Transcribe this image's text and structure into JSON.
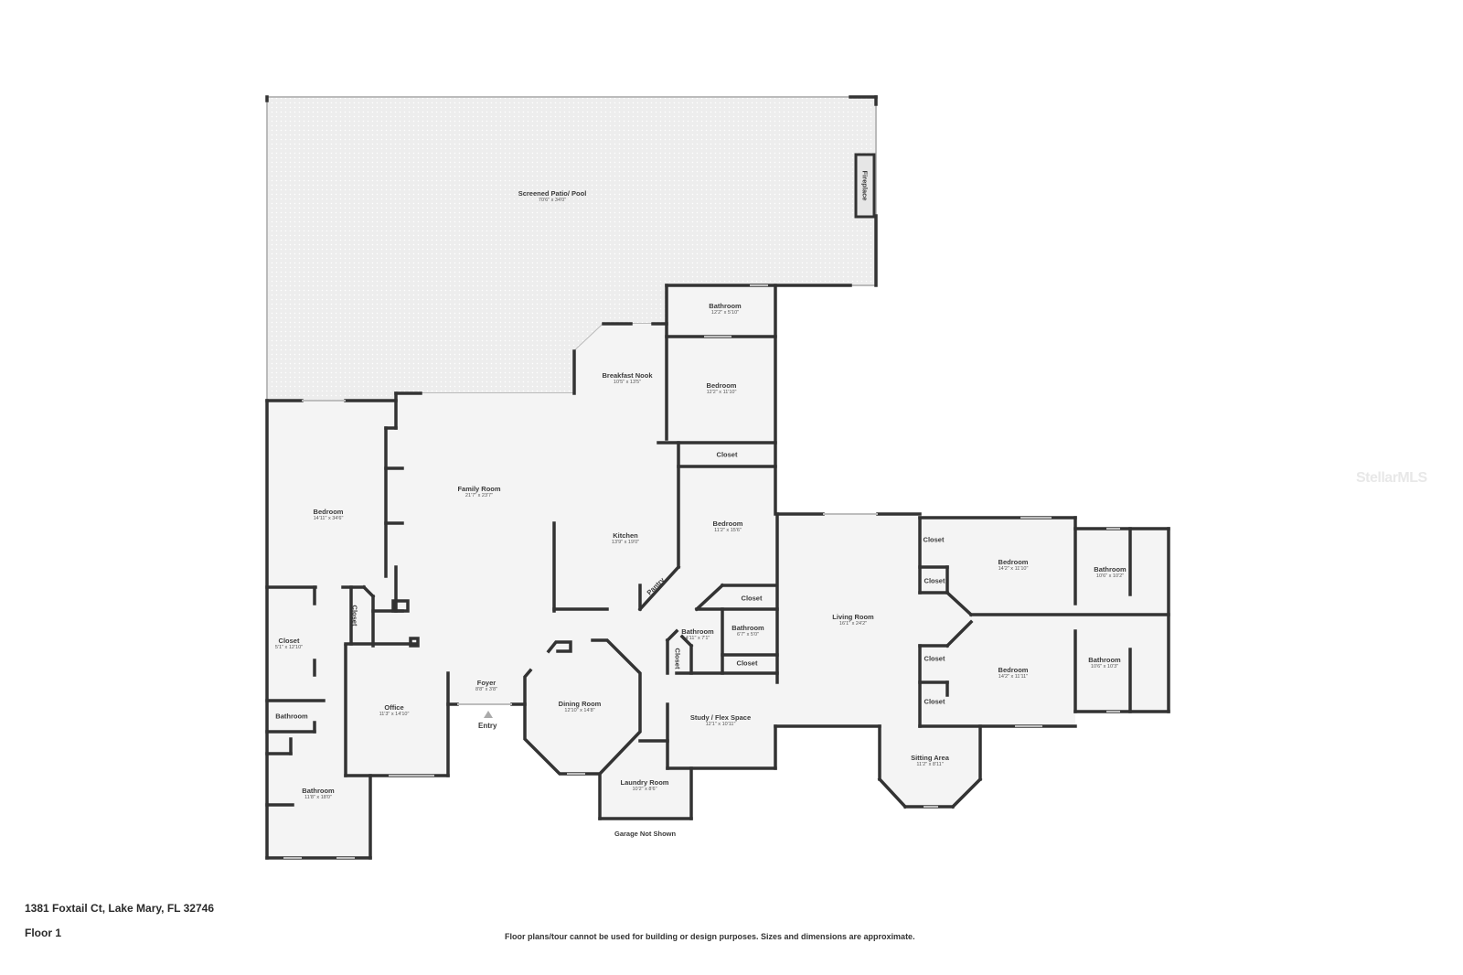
{
  "property": {
    "address": "1381 Foxtail Ct, Lake Mary, FL 32746",
    "floor": "Floor 1",
    "disclaimer": "Floor plans/tour cannot be used for building or design purposes. Sizes and dimensions are approximate.",
    "watermark": "StellarMLS"
  },
  "annotations": {
    "entry": "Entry",
    "garage": "Garage Not Shown",
    "fireplace": "Fireplace"
  },
  "colors": {
    "wall": "#333333",
    "floor": "#f4f4f4",
    "patio": "#ededed",
    "window": "#cccccc"
  },
  "rooms": [
    {
      "name": "Screened Patio/ Pool",
      "dims": "70'6\" x 34'0\""
    },
    {
      "name": "Bathroom",
      "dims": "12'2\" x 5'10\""
    },
    {
      "name": "Breakfast Nook",
      "dims": "10'5\" x 13'5\""
    },
    {
      "name": "Bedroom",
      "dims": "12'2\" x 11'10\""
    },
    {
      "name": "Closet",
      "dims": ""
    },
    {
      "name": "Bedroom",
      "dims": "14'11\" x 34'6\""
    },
    {
      "name": "Family Room",
      "dims": "21'7\" x 23'7\""
    },
    {
      "name": "Kitchen",
      "dims": "13'9\" x 19'0\""
    },
    {
      "name": "Bedroom",
      "dims": "11'2\" x 15'6\""
    },
    {
      "name": "Pantry",
      "dims": ""
    },
    {
      "name": "Closet",
      "dims": ""
    },
    {
      "name": "Bathroom",
      "dims": "4'11\" x 7'1\""
    },
    {
      "name": "Bathroom",
      "dims": "6'7\" x 5'0\""
    },
    {
      "name": "Closet",
      "dims": ""
    },
    {
      "name": "Closet",
      "dims": ""
    },
    {
      "name": "Living Room",
      "dims": "16'1\" x 24'2\""
    },
    {
      "name": "Closet",
      "dims": ""
    },
    {
      "name": "Closet",
      "dims": ""
    },
    {
      "name": "Bedroom",
      "dims": "14'2\" x 11'10\""
    },
    {
      "name": "Bathroom",
      "dims": "10'6\" x 10'2\""
    },
    {
      "name": "Closet",
      "dims": ""
    },
    {
      "name": "Closet",
      "dims": ""
    },
    {
      "name": "Bedroom",
      "dims": "14'2\" x 11'11\""
    },
    {
      "name": "Bathroom",
      "dims": "10'6\" x 10'3\""
    },
    {
      "name": "Closet",
      "dims": "5'1\" x 12'10\""
    },
    {
      "name": "Closet",
      "dims": ""
    },
    {
      "name": "Bathroom",
      "dims": ""
    },
    {
      "name": "Office",
      "dims": "11'3\" x 14'10\""
    },
    {
      "name": "Foyer",
      "dims": "8'8\" x 3'8\""
    },
    {
      "name": "Dining Room",
      "dims": "12'10\" x 14'8\""
    },
    {
      "name": "Study / Flex Space",
      "dims": "12'1\" x 10'11\""
    },
    {
      "name": "Sitting Area",
      "dims": "11'2\" x 8'11\""
    },
    {
      "name": "Laundry Room",
      "dims": "10'2\" x 8'6\""
    },
    {
      "name": "Bathroom",
      "dims": "11'8\" x 18'0\""
    }
  ]
}
